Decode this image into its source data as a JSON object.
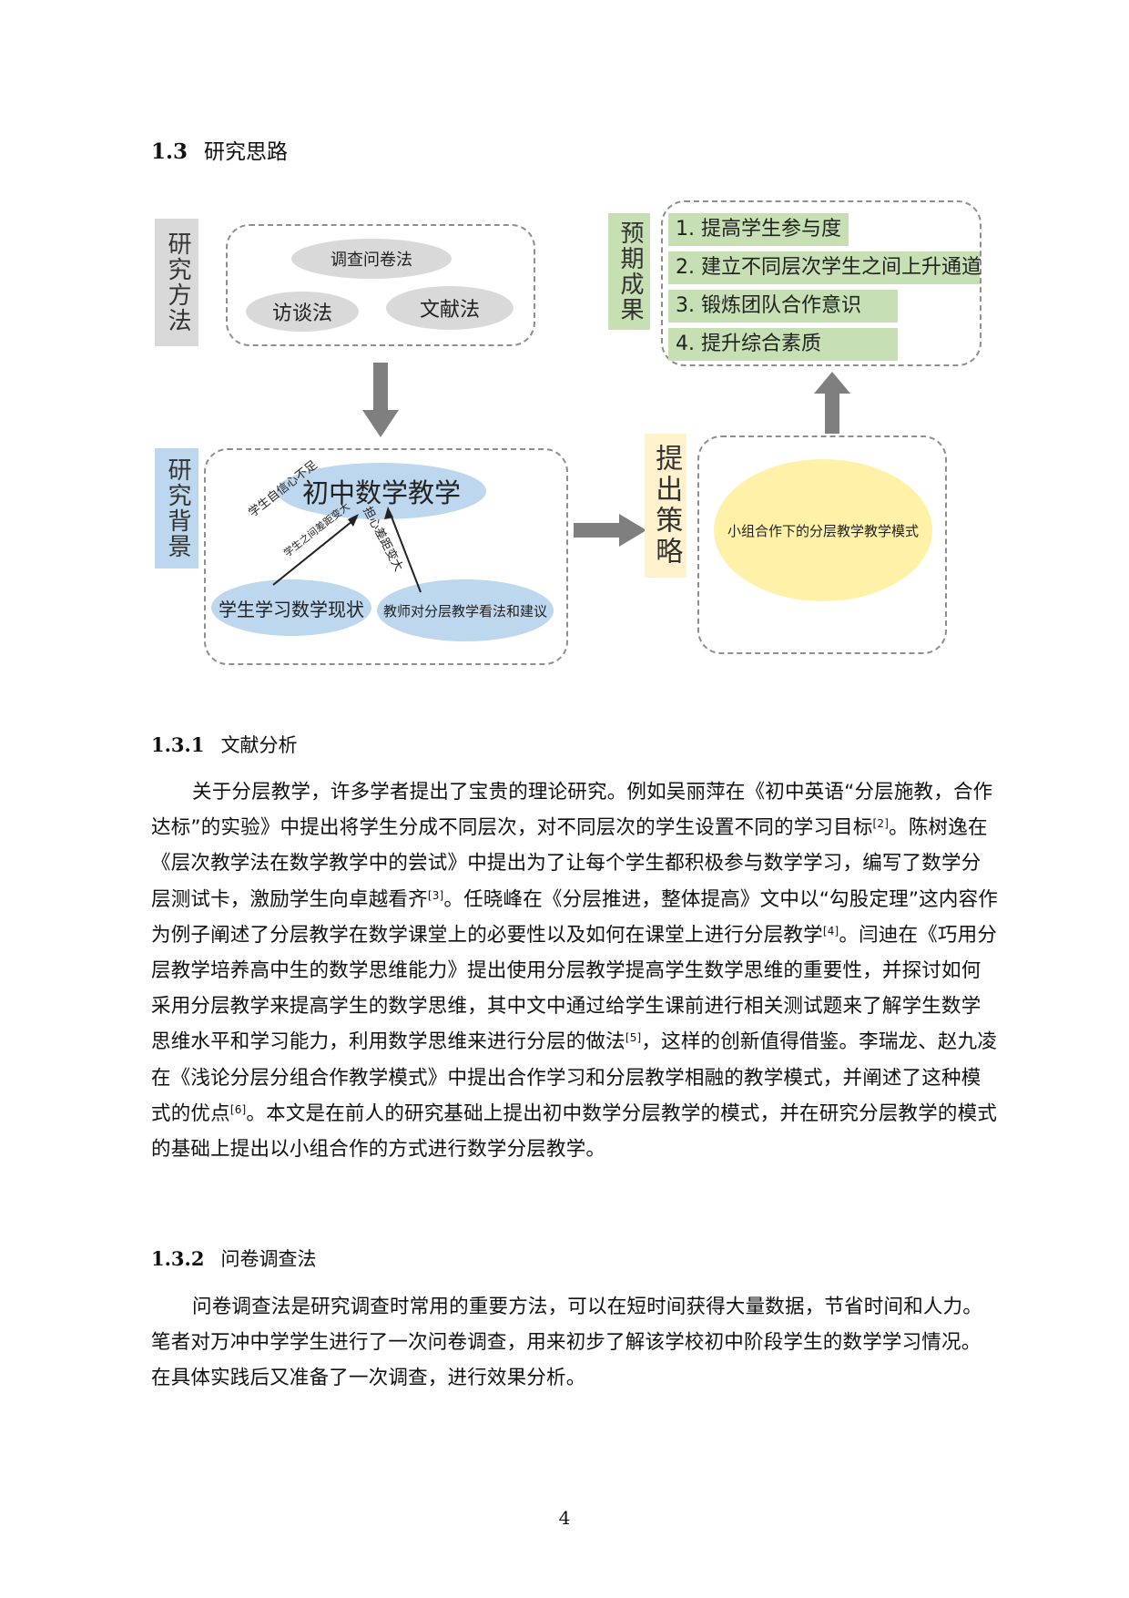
{
  "section": {
    "number": "1.3",
    "title": "研究思路"
  },
  "diagram": {
    "methods_label": "研究方法",
    "methods": [
      "调查问卷法",
      "访谈法",
      "文献法"
    ],
    "background_label": "研究背景",
    "center_title": "初中数学教学",
    "bottom_left": "学生学习数学现状",
    "bottom_right": "教师对分层教学看法和建议",
    "arrow_label_1": "学生自信心不足",
    "arrow_label_2": "学生之间差距变大",
    "arrow_label_3": "担心差距变大",
    "strategy_label": "提出策略",
    "strategy_text": "小组合作下的分层教学教学模式",
    "outcomes_label": "预期成果",
    "outcomes": [
      "1. 提高学生参与度",
      "2. 建立不同层次学生之间上升通道",
      "3. 锻炼团队合作意识",
      "4. 提升综合素质"
    ]
  },
  "sub1": {
    "number": "1.3.1",
    "title": "文献分析"
  },
  "para1": {
    "t1": "关于分层教学，许多学者提出了宝贵的理论研究。例如吴丽萍在《初中英语“分层施教，合作达标”的实验》中提出将学生分成不同层次，对不同层次的学生设置不同的学习目标",
    "r1": "[2]",
    "t2": "。陈树逸在《层次教学法在数学教学中的尝试》中提出为了让每个学生都积极参与数学学习，编写了数学分层测试卡，激励学生向卓越看齐",
    "r2": "[3]",
    "t3": "。任晓峰在《分层推进，整体提高》文中以“勾股定理”这内容作为例子阐述了分层教学在数学课堂上的必要性以及如何在课堂上进行分层教学",
    "r3": "[4]",
    "t4": "。闫迪在《巧用分层教学培养高中生的数学思维能力》提出使用分层教学提高学生数学思维的重要性，并探讨如何采用分层教学来提高学生的数学思维，其中文中通过给学生课前进行相关测试题来了解学生数学思维水平和学习能力，利用数学思维来进行分层的做法",
    "r4": "[5]",
    "t5": "，这样的创新值得借鉴。李瑞龙、赵九凌在《浅论分层分组合作教学模式》中提出合作学习和分层教学相融的教学模式，并阐述了这种模式的优点",
    "r5": "[6]",
    "t6": "。本文是在前人的研究基础上提出初中数学分层教学的模式，并在研究分层教学的模式的基础上提出以小组合作的方式进行数学分层教学。"
  },
  "sub2": {
    "number": "1.3.2",
    "title": "问卷调查法"
  },
  "para2": "问卷调查法是研究调查时常用的重要方法，可以在短时间获得大量数据，节省时间和人力。笔者对万冲中学学生进行了一次问卷调查，用来初步了解该学校初中阶段学生的数学学习情况。在具体实践后又准备了一次调查，进行效果分析。",
  "page_number": "4",
  "colors": {
    "grey_box": "#d9d9d9",
    "blue_box": "#bdd7ee",
    "yellow_box": "#fff2cc",
    "green_bar": "#c6e0b4",
    "ellipse_yellow": "#fff1a8",
    "arrow": "#7f7f7f"
  }
}
